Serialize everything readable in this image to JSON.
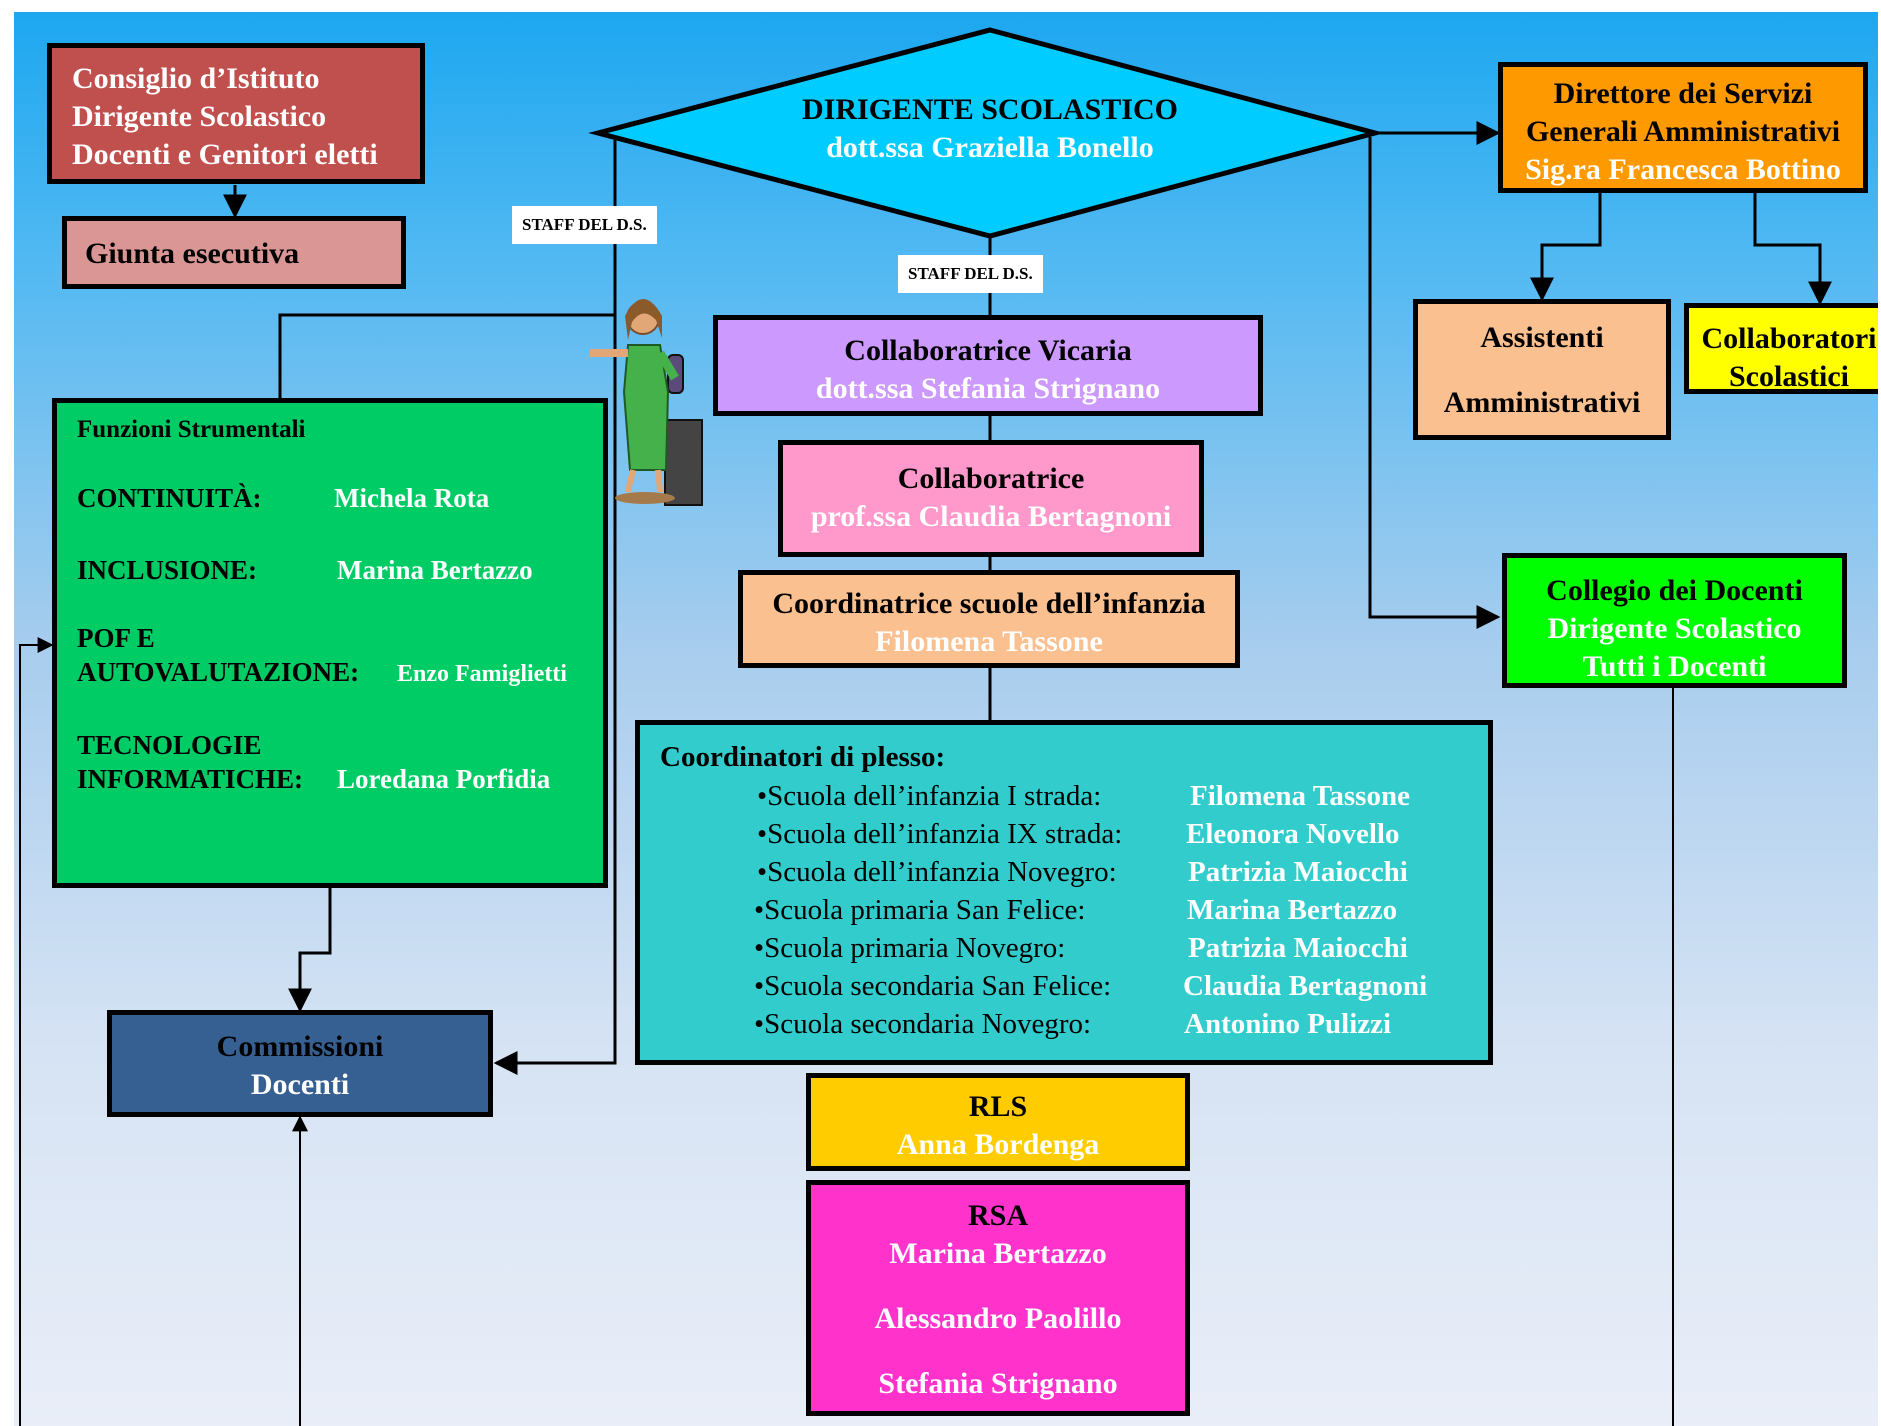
{
  "colors": {
    "background_top": "#1aa6f0",
    "background_bottom": "#e9eef8",
    "consiglio": "#c0504d",
    "giunta": "#d99694",
    "dirigente": "#00ccff",
    "dsga": "#ff9900",
    "assistenti": "#fac090",
    "collaboratori_scolastici": "#ffff00",
    "funzioni": "#00cc66",
    "vicaria": "#cc99ff",
    "collaboratrice": "#ff99cc",
    "coordinatrice_infanzia": "#fac090",
    "coordinatori_plesso": "#33cccc",
    "collegio": "#00ff00",
    "commissioni": "#366092",
    "rls": "#ffcc00",
    "rsa": "#ff33cc"
  },
  "consiglio": {
    "line1": "Consiglio d’Istituto",
    "line2": "Dirigente Scolastico",
    "line3": "Docenti e Genitori eletti"
  },
  "giunta": {
    "label": "Giunta esecutiva"
  },
  "dirigente": {
    "title": "DIRIGENTE SCOLASTICO",
    "name": "dott.ssa Graziella Bonello"
  },
  "staff_label_1": "STAFF DEL D.S.",
  "staff_label_2": "STAFF DEL D.S.",
  "dsga": {
    "line1": "Direttore dei Servizi",
    "line2": "Generali Amministrativi",
    "name": "Sig.ra Francesca Bottino"
  },
  "assistenti": {
    "line1": "Assistenti",
    "line2": "Amministrativi"
  },
  "collaboratori_scolastici": {
    "line1": "Collaboratori",
    "line2": "Scolastici"
  },
  "vicaria": {
    "title": "Collaboratrice Vicaria",
    "name": "dott.ssa Stefania Strignano"
  },
  "collaboratrice": {
    "title": "Collaboratrice",
    "name": "prof.ssa Claudia Bertagnoni"
  },
  "coordinatrice_infanzia": {
    "title": "Coordinatrice scuole dell’infanzia",
    "name": "Filomena Tassone"
  },
  "funzioni": {
    "title": "Funzioni Strumentali",
    "continuita_label": "CONTINUITÀ:",
    "continuita_name": "Michela Rota",
    "inclusione_label": "INCLUSIONE:",
    "inclusione_name": "Marina Bertazzo",
    "pof_label_1": "POF E",
    "pof_label_2": "AUTOVALUTAZIONE:",
    "pof_name": "Enzo Famiglietti",
    "tecno_label_1": "TECNOLOGIE",
    "tecno_label_2": "INFORMATICHE:",
    "tecno_name": "Loredana Porfidia"
  },
  "coordinatori_plesso": {
    "title": "Coordinatori di plesso:",
    "rows": [
      {
        "school": "•Scuola dell’infanzia I strada:",
        "name": "Filomena Tassone"
      },
      {
        "school": "•Scuola dell’infanzia IX strada:",
        "name": "Eleonora Novello"
      },
      {
        "school": "•Scuola dell’infanzia Novegro:",
        "name": "Patrizia Maiocchi"
      },
      {
        "school": "•Scuola primaria San Felice:",
        "name": "Marina Bertazzo"
      },
      {
        "school": "•Scuola primaria Novegro:",
        "name": "Patrizia Maiocchi"
      },
      {
        "school": "•Scuola secondaria San Felice:",
        "name": "Claudia Bertagnoni"
      },
      {
        "school": "•Scuola secondaria Novegro:",
        "name": "Antonino Pulizzi"
      }
    ]
  },
  "collegio": {
    "title": "Collegio dei Docenti",
    "line2": "Dirigente Scolastico",
    "line3": "Tutti i Docenti"
  },
  "commissioni": {
    "line1": "Commissioni",
    "line2": "Docenti"
  },
  "rls": {
    "title": "RLS",
    "name": "Anna Bordenga"
  },
  "rsa": {
    "title": "RSA",
    "names": [
      "Marina Bertazzo",
      "Alessandro Paolillo",
      "Stefania Strignano"
    ]
  }
}
